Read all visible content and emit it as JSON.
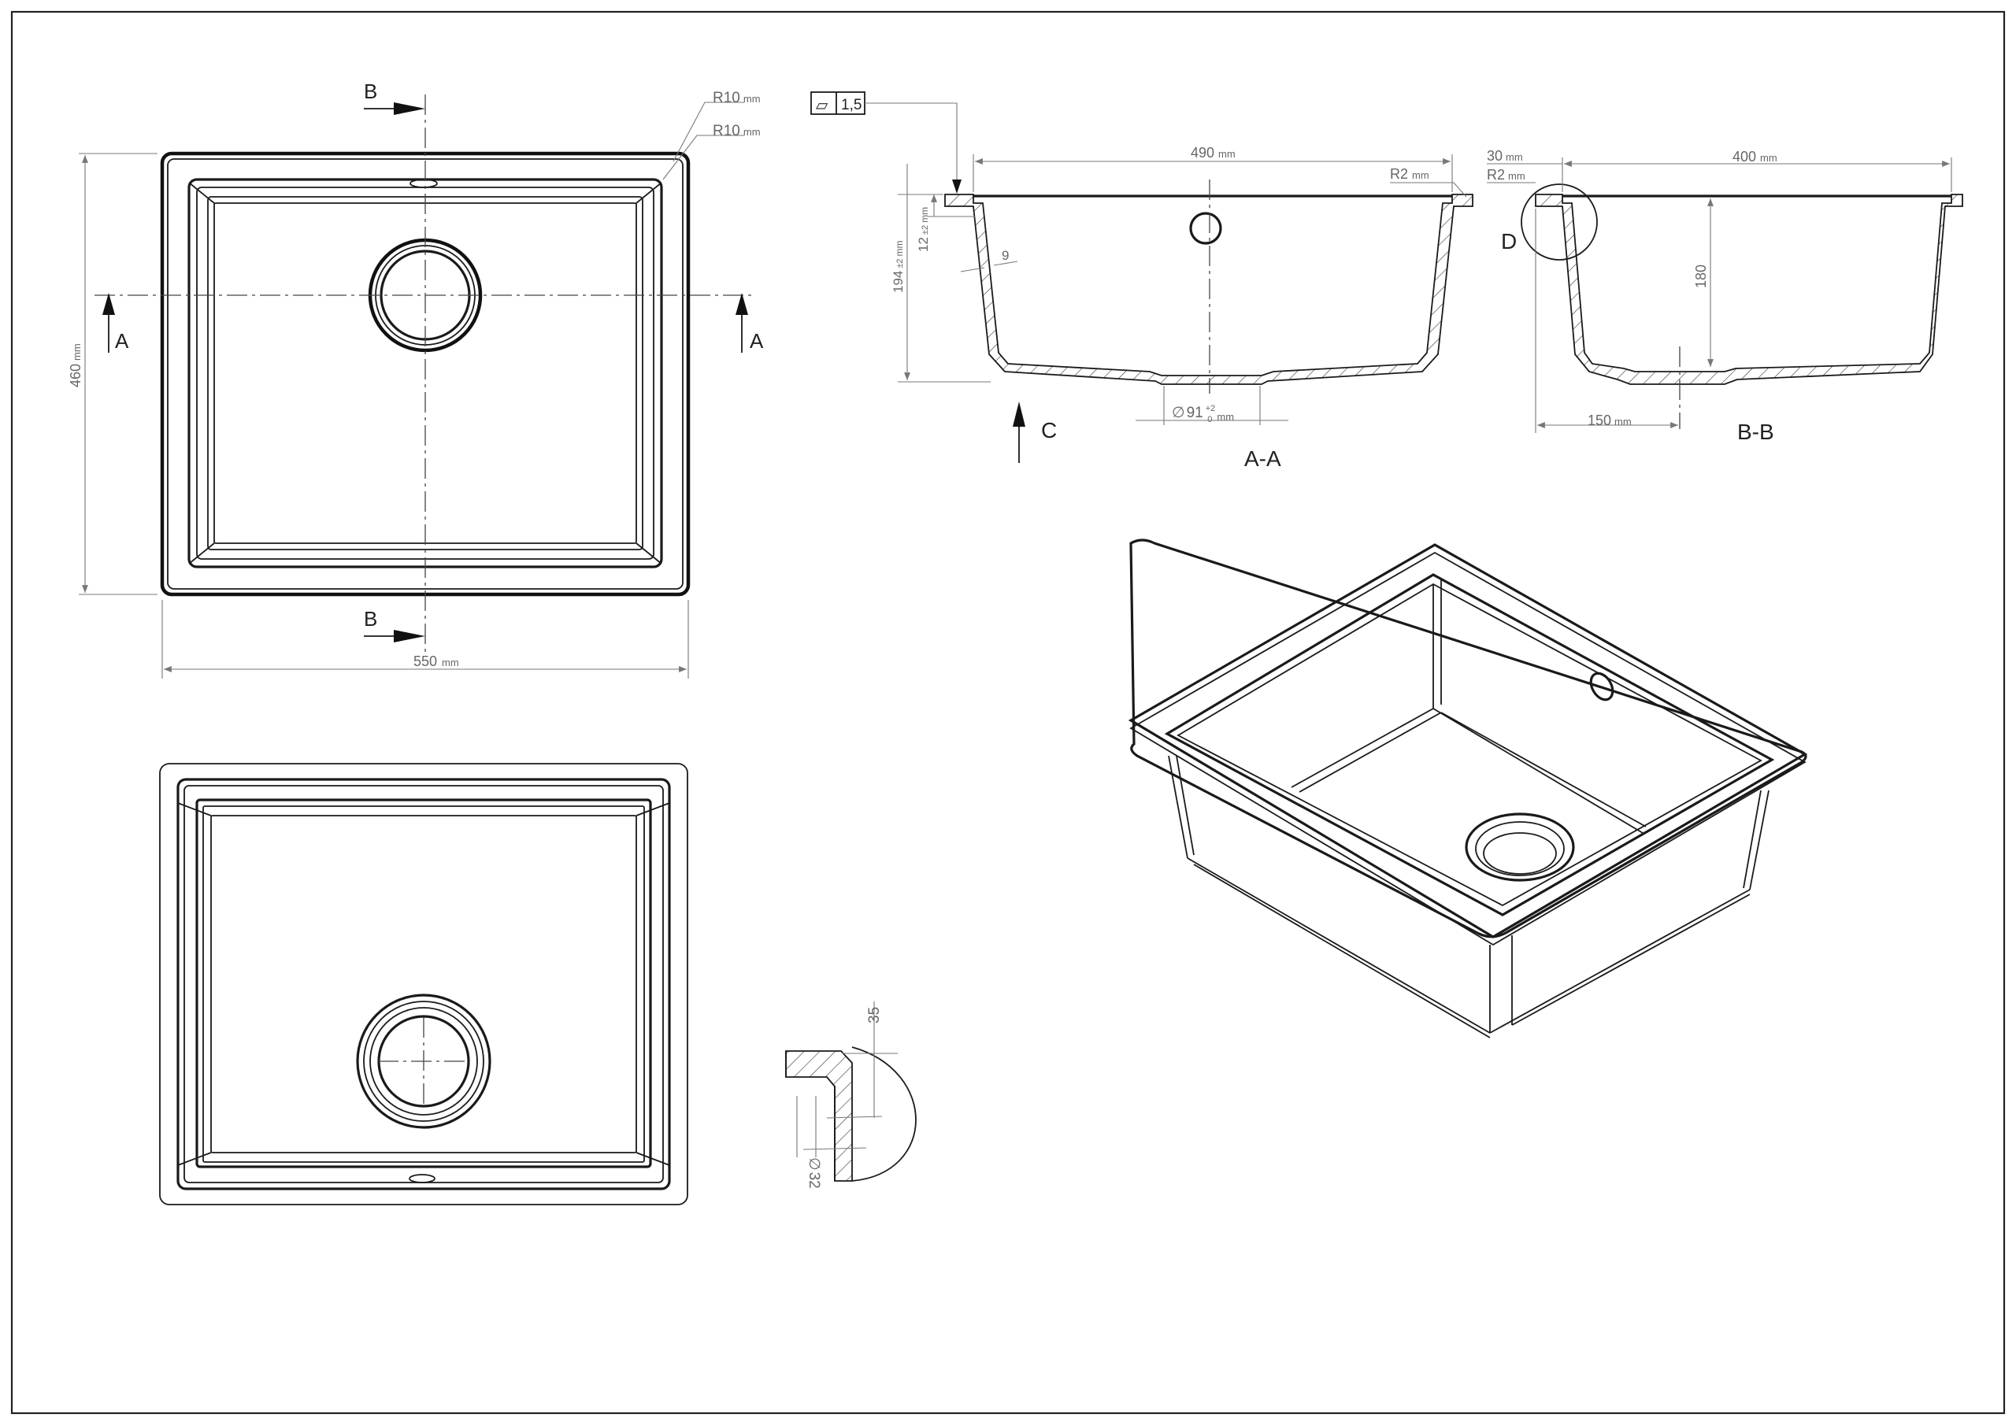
{
  "section_labels": {
    "a": "A",
    "b": "B",
    "c": "C",
    "d": "D"
  },
  "view_titles": {
    "section_aa": "A-A",
    "section_bb": "B-B"
  },
  "top_view": {
    "radius_outer": "R10",
    "radius_inner": "R10",
    "width": "550",
    "height": "460",
    "unit": "mm"
  },
  "section_aa": {
    "flatness_symbol": "▱",
    "flatness_value": "1,5",
    "width": "490",
    "radius_edge": "R2",
    "depth_total": "194",
    "depth_total_tol": "±2",
    "rim_depth": "12",
    "rim_depth_tol": "±2",
    "wall_thickness": "9",
    "drain_dia_symbol": "∅",
    "drain_dia": "91",
    "drain_dia_tol": "+2",
    "drain_dia_tol_low": "0",
    "unit": "mm"
  },
  "section_bb": {
    "rim_width": "30",
    "radius_edge": "R2",
    "width": "400",
    "depth": "180",
    "drain_offset": "150",
    "unit": "mm"
  },
  "detail_d": {
    "height": "35",
    "dia_symbol": "∅",
    "dia": "32"
  }
}
